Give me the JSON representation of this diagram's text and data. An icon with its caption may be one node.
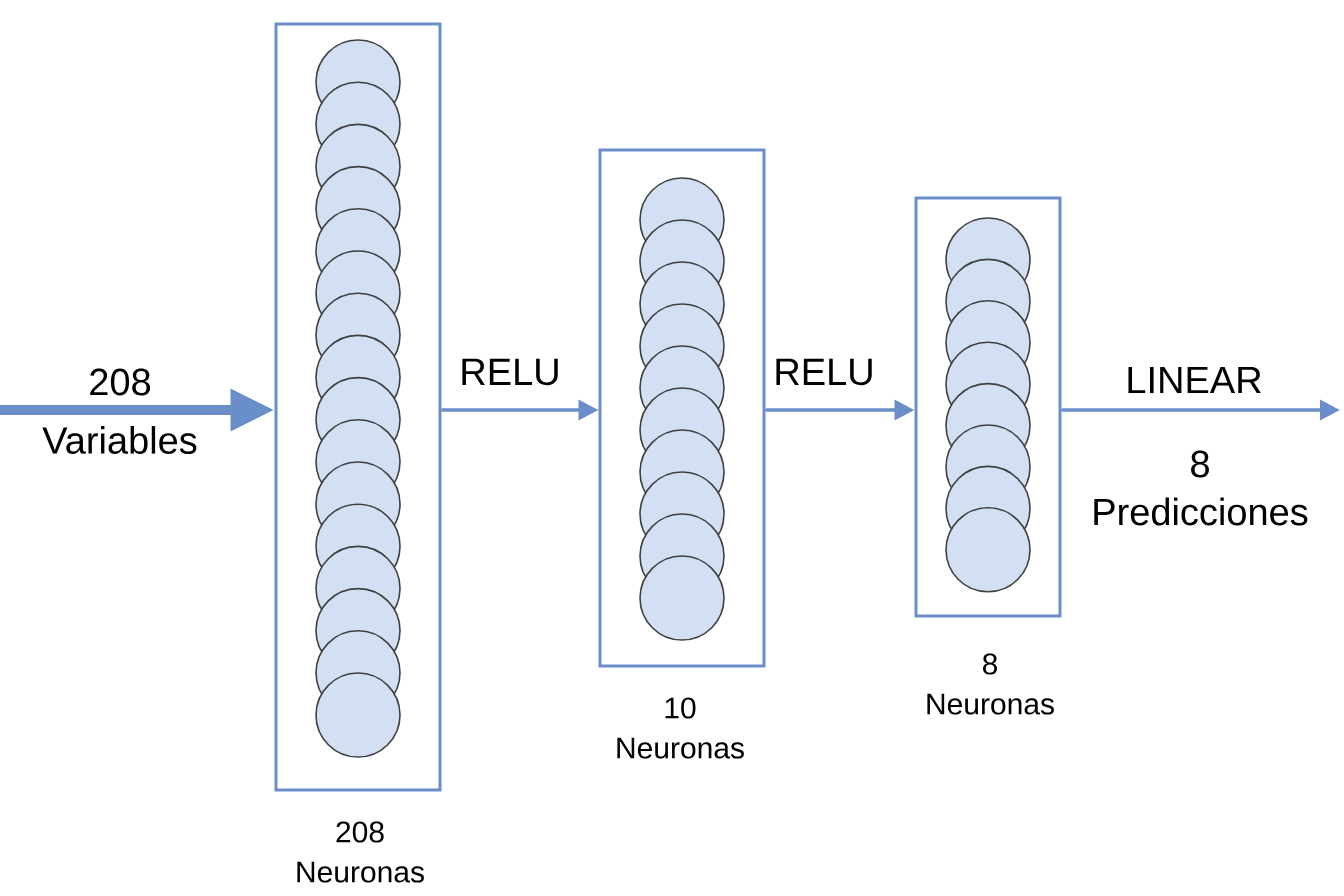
{
  "diagram": {
    "nodes": [
      {
        "text": [],
        "shape": "box",
        "beside": [
          "208 Neuronas"
        ]
      },
      {
        "text": [],
        "shape": "box",
        "beside": [
          "10 Neuronas"
        ]
      },
      {
        "text": [],
        "shape": "box",
        "beside": [
          "8 Neuronas"
        ]
      }
    ],
    "edges": [
      {
        "from": null,
        "to": 0,
        "arrow": "to",
        "label": "208",
        "style": "thick"
      },
      {
        "from": 0,
        "to": 1,
        "arrow": "to",
        "label": "RELU"
      },
      {
        "from": 1,
        "to": 2,
        "arrow": "to",
        "label": "RELU"
      },
      {
        "from": 2,
        "to": null,
        "arrow": "to",
        "label": "LINEAR"
      }
    ],
    "labels": [
      "Variables",
      "8 Predicciones"
    ]
  }
}
